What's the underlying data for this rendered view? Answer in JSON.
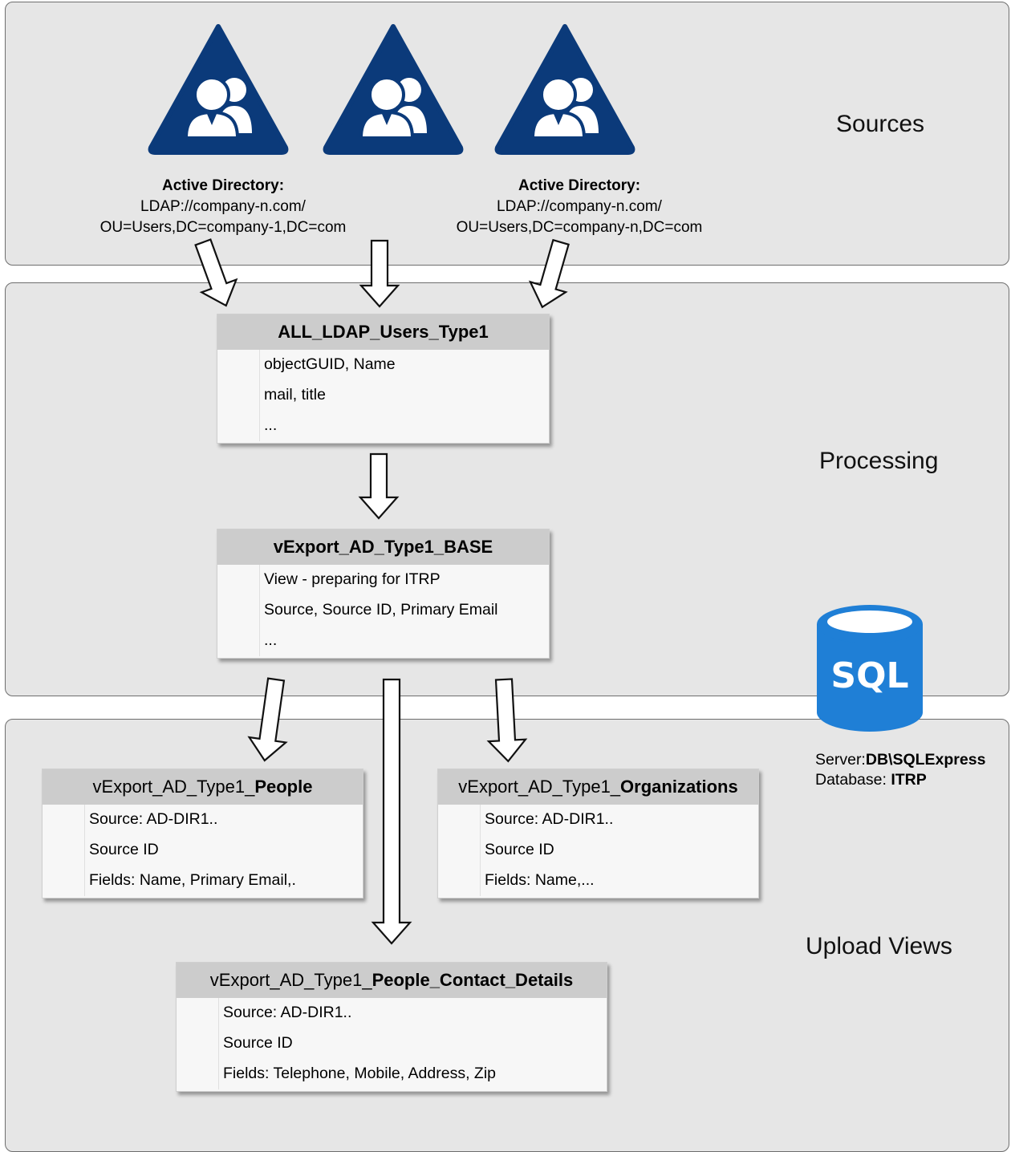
{
  "bands": {
    "sources": "Sources",
    "processing": "Processing",
    "upload": "Upload Views"
  },
  "sources": [
    {
      "title": "Active Directory:",
      "line1": "LDAP://company-n.com/",
      "line2": "OU=Users,DC=company-1,DC=com"
    },
    {
      "title": "Active Directory:",
      "line1": "LDAP://company-n.com/",
      "line2": "OU=Users,DC=company-n,DC=com"
    }
  ],
  "icons": [
    "users-group-icon",
    "users-group-icon",
    "users-group-icon",
    "sql-database-icon"
  ],
  "colors": {
    "icon_navy": "#0b3a7a",
    "sql_blue": "#1f7fd6",
    "band_fill": "#e6e6e6",
    "header_fill": "#cccccc"
  },
  "tables": {
    "all_ldap": {
      "title": "ALL_LDAP_Users_Type1",
      "rows": [
        "objectGUID, Name",
        "mail, title",
        "..."
      ]
    },
    "base": {
      "title": "vExport_AD_Type1_BASE",
      "rows": [
        "View - preparing for ITRP",
        "Source, Source ID, Primary Email",
        "..."
      ]
    },
    "people": {
      "title_prefix": "vExport_AD_Type1_",
      "title_bold": "People",
      "rows": [
        "Source: AD-DIR1..",
        "Source ID",
        "Fields: Name, Primary Email,."
      ]
    },
    "orgs": {
      "title_prefix": "vExport_AD_Type1_",
      "title_bold": "Organizations",
      "rows": [
        "Source: AD-DIR1..",
        "Source ID",
        "Fields: Name,..."
      ]
    },
    "contact": {
      "title_prefix": "vExport_AD_Type1_",
      "title_bold": "People_Contact_Details",
      "rows": [
        "Source: AD-DIR1..",
        "Source ID",
        "Fields: Telephone, Mobile, Address, Zip"
      ]
    }
  },
  "sql": {
    "logo_text": "SQL",
    "server_label": "Server:",
    "server_value": "DB\\SQLExpress",
    "database_label": "Database: ",
    "database_value": "ITRP"
  }
}
